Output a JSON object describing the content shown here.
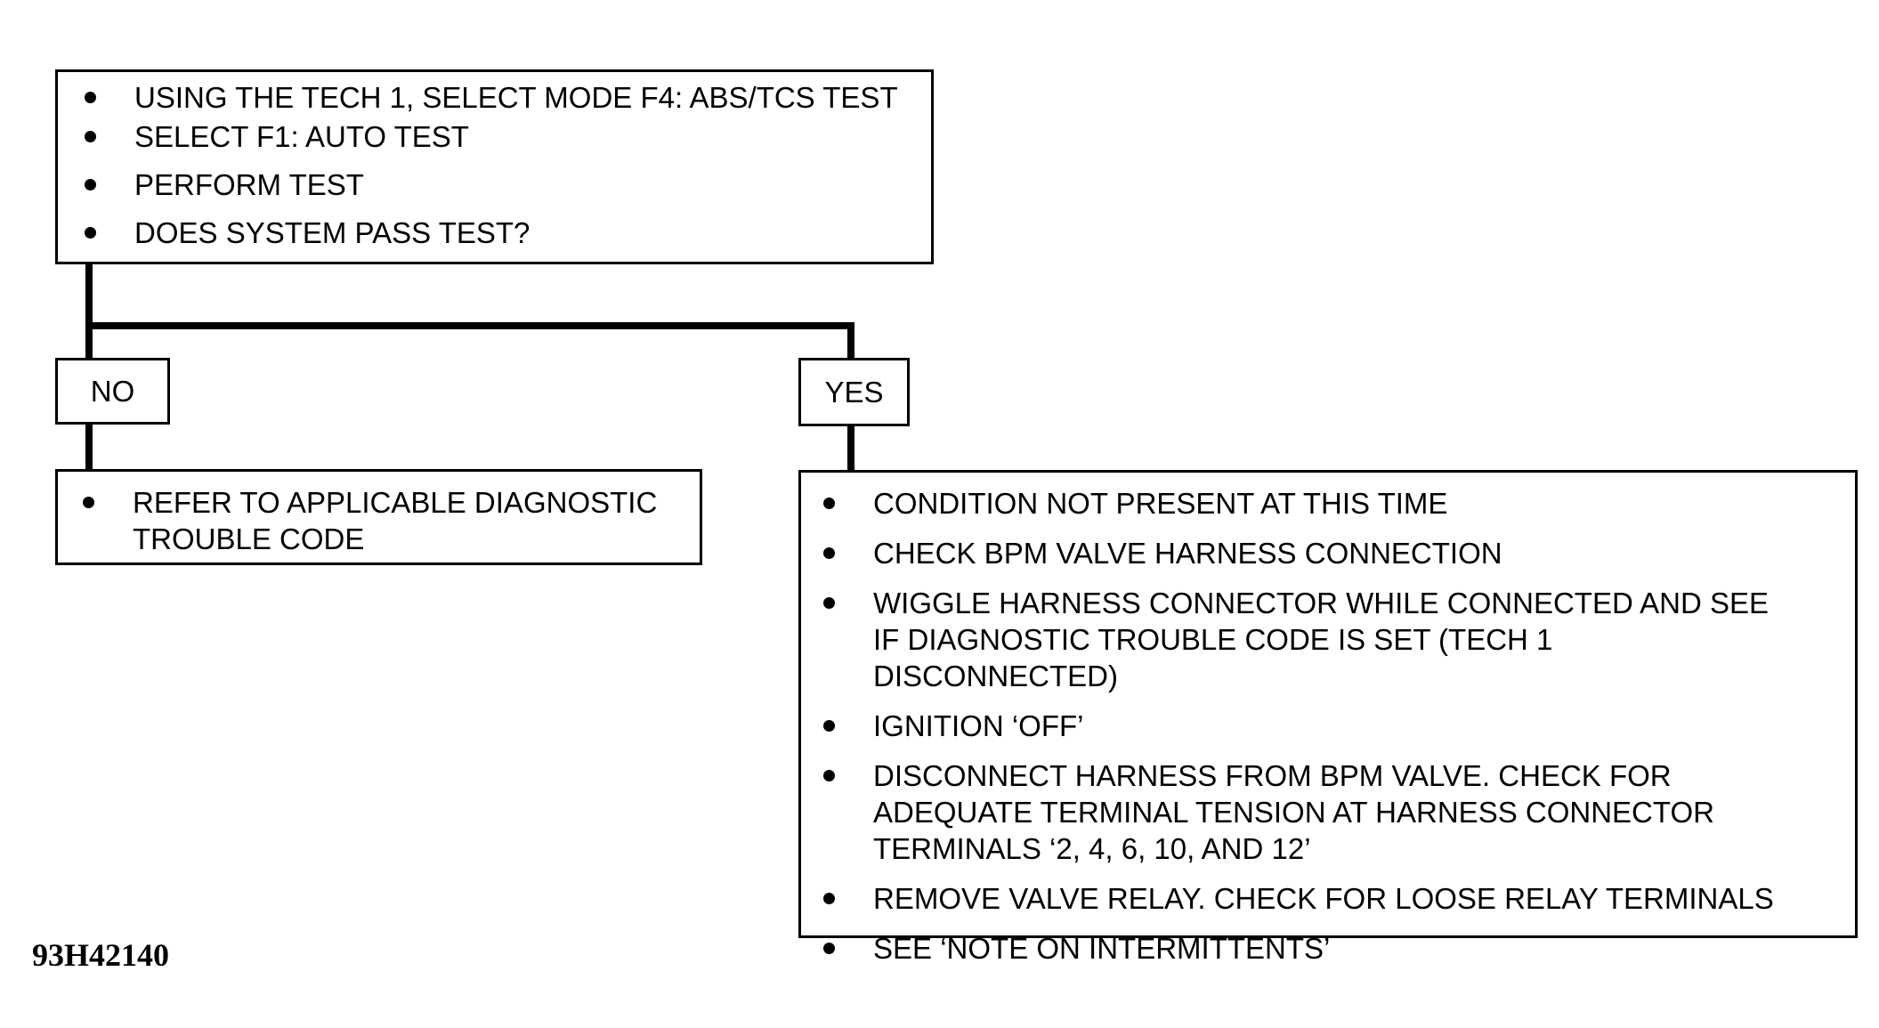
{
  "start_box": {
    "items": [
      "USING THE TECH 1, SELECT MODE F4: ABS/TCS TEST",
      "SELECT F1: AUTO TEST",
      "PERFORM TEST",
      "DOES SYSTEM PASS TEST?"
    ]
  },
  "branches": {
    "no_label": "NO",
    "yes_label": "YES"
  },
  "no_result": {
    "items": [
      "REFER TO APPLICABLE DIAGNOSTIC TROUBLE CODE"
    ]
  },
  "yes_result": {
    "items": [
      "CONDITION NOT PRESENT AT THIS TIME",
      "CHECK BPM VALVE HARNESS CONNECTION",
      "WIGGLE HARNESS CONNECTOR WHILE CONNECTED AND SEE IF DIAGNOSTIC TROUBLE CODE IS SET (TECH 1 DISCONNECTED)",
      "IGNITION ‘OFF’",
      "DISCONNECT HARNESS FROM BPM VALVE. CHECK FOR ADEQUATE TERMINAL TENSION AT HARNESS CONNECTOR TERMINALS ‘2, 4, 6, 10, AND 12’",
      "REMOVE VALVE RELAY. CHECK FOR LOOSE RELAY TERMINALS",
      "SEE ‘NOTE ON INTERMITTENTS’"
    ]
  },
  "figure_id": "93H42140"
}
